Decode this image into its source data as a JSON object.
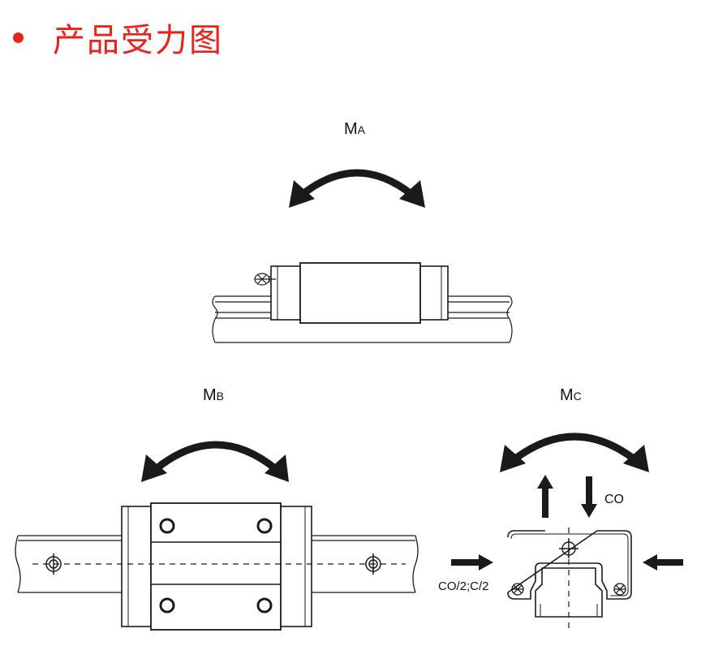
{
  "title": "产品受力图",
  "colors": {
    "accent": "#e8231b",
    "line": "#1a1a1a"
  },
  "labels": {
    "ma_main": "M",
    "ma_sub": "A",
    "mb_main": "M",
    "mb_sub": "B",
    "mc_main": "M",
    "mc_sub": "C",
    "co": "CO",
    "side_load": "CO/2;C/2"
  }
}
